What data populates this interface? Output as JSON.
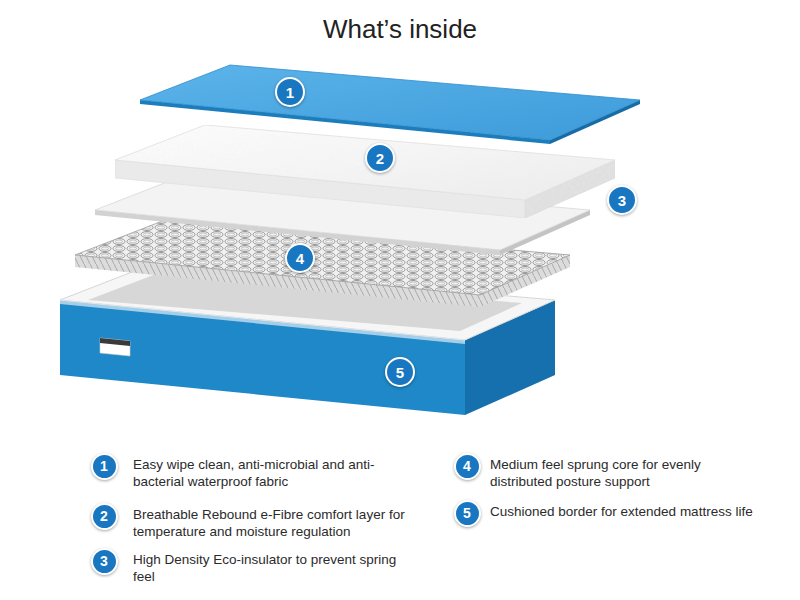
{
  "diagram": {
    "title": "What’s inside",
    "nodes": [
      {
        "text": [
          "1"
        ]
      },
      {
        "text": [
          "2"
        ]
      },
      {
        "text": [
          "3"
        ]
      },
      {
        "text": [
          "4"
        ]
      },
      {
        "text": [
          "5"
        ]
      },
      {
        "text": [
          "1"
        ]
      },
      {
        "text": [
          "2"
        ]
      },
      {
        "text": [
          "3"
        ]
      },
      {
        "text": [
          "4"
        ]
      },
      {
        "text": [
          "5"
        ]
      }
    ],
    "labels": [
      "Easy wipe clean, anti-microbial and anti-bacterial waterproof fabric",
      "Breathable Rebound e-Fibre comfort layer for temperature and moisture regulation",
      "High Density Eco-insulator to prevent spring feel",
      "Medium feel sprung core for evenly distributed posture support",
      "Cushioned border for extended mattress life"
    ]
  }
}
